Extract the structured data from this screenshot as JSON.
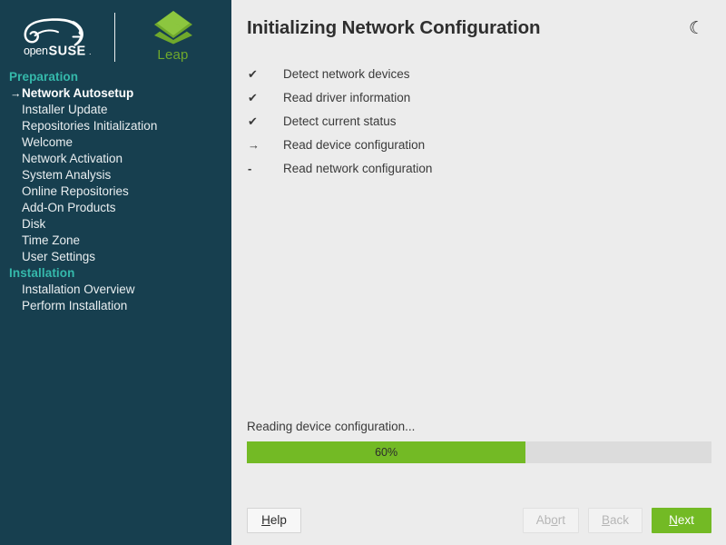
{
  "brand": {
    "suse_logo_alt": "openSUSE",
    "suse_word_light": "open",
    "suse_word_bold": "SUSE",
    "leap_label": "Leap",
    "leap_logo_alt": "Leap"
  },
  "sidebar": {
    "bg_color": "#173f4f",
    "section_color": "#35b9ab",
    "items": [
      {
        "type": "section",
        "label": "Preparation"
      },
      {
        "type": "item",
        "label": "Network Autosetup",
        "current": true,
        "marker": "→"
      },
      {
        "type": "item",
        "label": "Installer Update",
        "current": false,
        "marker": ""
      },
      {
        "type": "item",
        "label": "Repositories Initialization",
        "current": false,
        "marker": ""
      },
      {
        "type": "item",
        "label": "Welcome",
        "current": false,
        "marker": ""
      },
      {
        "type": "item",
        "label": "Network Activation",
        "current": false,
        "marker": ""
      },
      {
        "type": "item",
        "label": "System Analysis",
        "current": false,
        "marker": ""
      },
      {
        "type": "item",
        "label": "Online Repositories",
        "current": false,
        "marker": ""
      },
      {
        "type": "item",
        "label": "Add-On Products",
        "current": false,
        "marker": ""
      },
      {
        "type": "item",
        "label": "Disk",
        "current": false,
        "marker": ""
      },
      {
        "type": "item",
        "label": "Time Zone",
        "current": false,
        "marker": ""
      },
      {
        "type": "item",
        "label": "User Settings",
        "current": false,
        "marker": ""
      },
      {
        "type": "section",
        "label": "Installation"
      },
      {
        "type": "item",
        "label": "Installation Overview",
        "current": false,
        "marker": ""
      },
      {
        "type": "item",
        "label": "Perform Installation",
        "current": false,
        "marker": ""
      }
    ]
  },
  "header": {
    "title": "Initializing Network Configuration",
    "theme_toggle_icon": "moon-icon",
    "theme_toggle_glyph": "☾"
  },
  "steps": [
    {
      "label": "Detect network devices",
      "state": "done",
      "glyph": "✔"
    },
    {
      "label": "Read driver information",
      "state": "done",
      "glyph": "✔"
    },
    {
      "label": "Detect current status",
      "state": "done",
      "glyph": "✔"
    },
    {
      "label": "Read device configuration",
      "state": "current",
      "glyph": "→"
    },
    {
      "label": "Read network configuration",
      "state": "pending",
      "glyph": "-"
    }
  ],
  "progress": {
    "label": "Reading device configuration...",
    "percent_text": "60%",
    "percent_value": 60,
    "fill_color": "#73ba25",
    "track_color": "#dcdcdc"
  },
  "buttons": {
    "help": {
      "label": "Help",
      "accel": "H",
      "rest": "elp",
      "disabled": false
    },
    "abort": {
      "label": "Abort",
      "pre": "Ab",
      "accel": "o",
      "rest": "rt",
      "disabled": true
    },
    "back": {
      "label": "Back",
      "accel": "B",
      "rest": "ack",
      "disabled": true
    },
    "next": {
      "label": "Next",
      "accel": "N",
      "rest": "ext",
      "disabled": false,
      "primary": true
    }
  }
}
